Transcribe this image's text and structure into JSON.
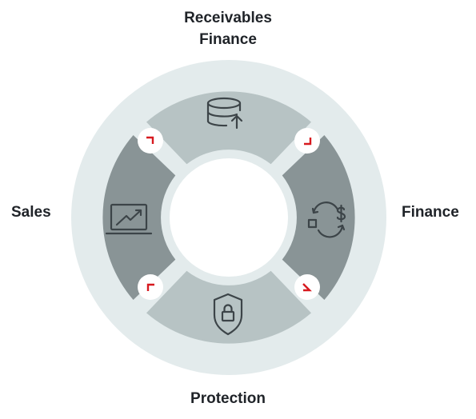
{
  "labels": {
    "top_line1": "Receivables",
    "top_line2": "Finance",
    "left": "Sales",
    "right": "Finance",
    "bottom": "Protection"
  },
  "icons": {
    "top": "database-upload-icon",
    "left": "laptop-trending-chart-icon",
    "right": "currency-exchange-cycle-icon",
    "bottom": "shield-lock-icon",
    "connectors": "red-corner-bracket-icon"
  },
  "colors": {
    "outer_ring": "#e3ebec",
    "segment_light": "#b7c3c4",
    "segment_dark": "#899496",
    "icon_stroke": "#3c4448",
    "connector_accent": "#d7191f",
    "label_text": "#1f2328"
  }
}
